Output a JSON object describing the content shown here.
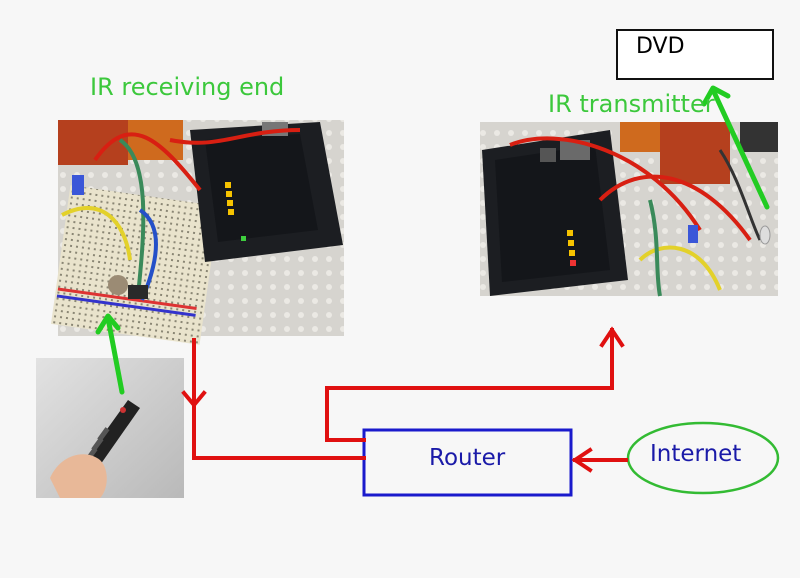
{
  "labels": {
    "ir_receiving_end": "IR receiving end",
    "ir_transmitter": "IR transmitter",
    "dvd": "DVD",
    "router": "Router",
    "internet": "Internet"
  },
  "images": {
    "receiver_photo": "arduino-breadboard-ir-receiver-photo",
    "transmitter_photo": "arduino-breadboard-ir-transmitter-photo",
    "remote_photo": "hand-holding-remote-control-photo"
  },
  "colors": {
    "background": "#f7f7f7",
    "label_green": "#3cc83c",
    "arrow_green": "#22cc22",
    "wire_red": "#e01010",
    "router_box": "#1a1acc",
    "router_text": "#1a1aa8",
    "internet_ellipse": "#33bb33"
  }
}
